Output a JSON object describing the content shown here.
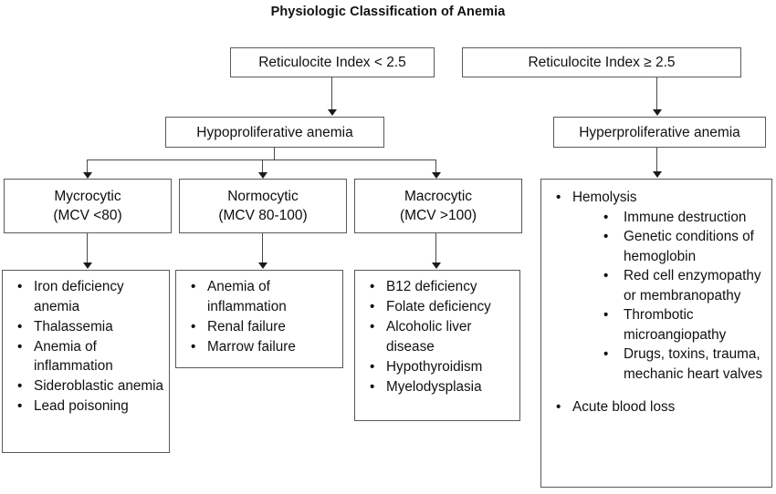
{
  "title": "Physiologic Classification of Anemia",
  "nodes": {
    "retic_low": "Reticulocite Index < 2.5",
    "retic_high": "Reticulocite Index ≥ 2.5",
    "hypoproliferative": "Hypoproliferative anemia",
    "hyperproliferative": "Hyperproliferative anemia",
    "microcytic_line1": "Mycrocytic",
    "microcytic_line2": "(MCV <80)",
    "normocytic_line1": "Normocytic",
    "normocytic_line2": "(MCV 80-100)",
    "macrocytic_line1": "Macrocytic",
    "macrocytic_line2": "(MCV >100)"
  },
  "lists": {
    "microcytic_causes": [
      "Iron deficiency anemia",
      "Thalassemia",
      "Anemia of inflammation",
      "Sideroblastic anemia",
      "Lead poisoning"
    ],
    "normocytic_causes": [
      "Anemia of inflammation",
      "Renal failure",
      "Marrow failure"
    ],
    "macrocytic_causes": [
      "B12 deficiency",
      "Folate deficiency",
      "Alcoholic liver disease",
      "Hypothyroidism",
      "Myelodysplasia"
    ],
    "hyperproliferative_causes": [
      "Hemolysis",
      "Acute blood loss"
    ],
    "hemolysis_subcauses": [
      "Immune destruction",
      "Genetic conditions of hemoglobin",
      "Red cell enzymopathy or membranopathy",
      "Thrombotic microangiopathy",
      "Drugs, toxins, trauma, mechanic heart valves"
    ]
  },
  "bullet_glyph": "•",
  "colors": {
    "box_border": "#58595b",
    "connector": "#4a4a4a",
    "text": "#111111",
    "background": "#ffffff"
  }
}
